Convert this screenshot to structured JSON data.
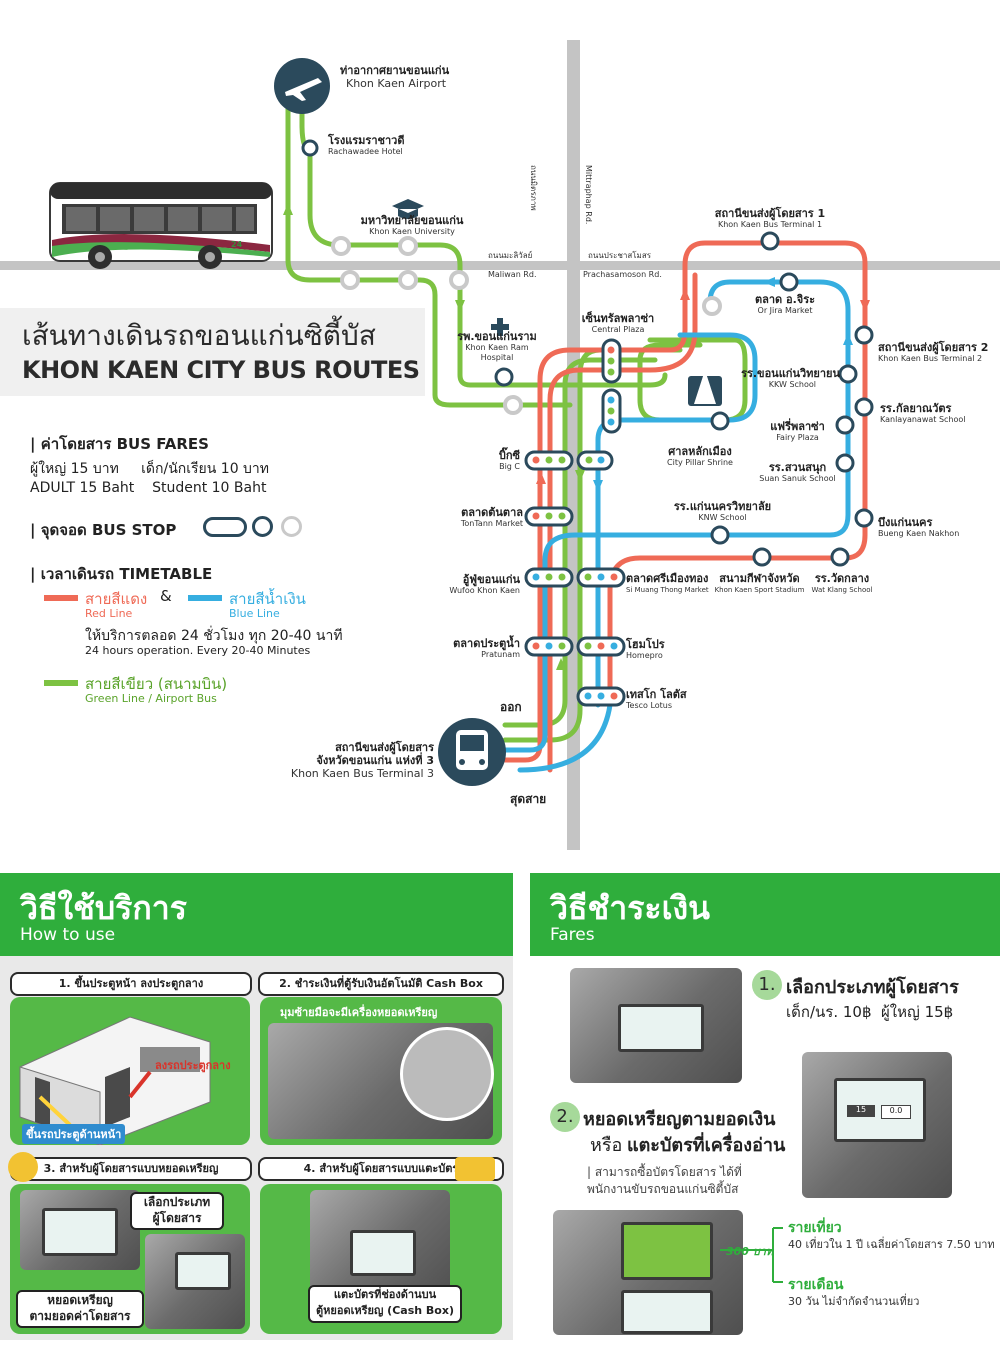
{
  "title": {
    "th": "เส้นทางเดินรถขอนแก่นซิตี้บัส",
    "en": "KHON KAEN CITY BUS ROUTES"
  },
  "legend": {
    "fares_heading": "| ค่าโดยสาร BUS FARES",
    "fares_th": "ผู้ใหญ่ 15 บาท     เด็ก/นักเรียน 10 บาท",
    "fares_en": "ADULT 15 Baht    Student 10 Baht",
    "busstop_heading": "| จุดจอด BUS STOP",
    "timetable_heading": "| เวลาเดินรถ TIMETABLE",
    "red_th": "สายสีแดง",
    "and": "&",
    "blue_th": "สายสีน้ำเงิน",
    "red_en": "Red Line",
    "blue_en": "Blue Line",
    "hours_th": "ให้บริการตลอด 24 ชั่วโมง ทุก 20-40 นาที",
    "hours_en": "24 hours operation. Every 20-40 Minutes",
    "green_th": "สายสีเขียว (สนามบิน)",
    "green_en": "Green Line / Airport Bus"
  },
  "colors": {
    "red": "#ef6a56",
    "blue": "#36aee0",
    "green": "#7dc242",
    "navy": "#2b4a5c",
    "road": "#bdbdbd",
    "brand_green": "#2fae3c"
  },
  "roads": {
    "mittraphap_th": "ถนนมิตรภาพ",
    "mittraphap_en": "Mittraphap Rd.",
    "maliwan_th": "ถนนมะลิวัลย์",
    "maliwan_en": "Maliwan Rd.",
    "prachasamoson_th": "ถนนประชาสโมสร",
    "prachasamoson_en": "Prachasamoson Rd."
  },
  "stops": {
    "airport": {
      "th": "ท่าอากาศยานขอนแก่น",
      "en": "Khon Kaen Airport"
    },
    "rachawadee": {
      "th": "โรงแรมราชาวดี",
      "en": "Rachawadee Hotel"
    },
    "kku": {
      "th": "มหาวิทยาลัยขอนแก่น",
      "en": "Khon Kaen University"
    },
    "ram": {
      "th": "รพ.ขอนแก่นราม",
      "en": "Khon Kaen Ram Hospital"
    },
    "central": {
      "th": "เซ็นทรัลพลาซ่า",
      "en": "Central Plaza"
    },
    "terminal1": {
      "th": "สถานีขนส่งผู้โดยสาร 1",
      "en": "Khon Kaen Bus Terminal 1"
    },
    "orjira": {
      "th": "ตลาด อ.จิระ",
      "en": "Or Jira Market"
    },
    "terminal2": {
      "th": "สถานีขนส่งผู้โดยสาร 2",
      "en": "Khon Kaen Bus Terminal 2"
    },
    "kkw": {
      "th": "รร.ขอนแก่นวิทยายน",
      "en": "KKW School"
    },
    "kanlaya": {
      "th": "รร.กัลยาณวัตร",
      "en": "Kanlayanawat School"
    },
    "fairy": {
      "th": "แฟรี่พลาซ่า",
      "en": "Fairy Plaza"
    },
    "shrine": {
      "th": "ศาลหลักเมือง",
      "en": "City Pillar Shrine"
    },
    "suansanuk": {
      "th": "รร.สวนสนุก",
      "en": "Suan Sanuk School"
    },
    "bigc": {
      "th": "บิ๊กซี",
      "en": "Big C"
    },
    "tontann": {
      "th": "ตลาดต้นตาล",
      "en": "TonTann Market"
    },
    "knw": {
      "th": "รร.แก่นนครวิทยาลัย",
      "en": "KNW School"
    },
    "buengkaen": {
      "th": "บึงแก่นนคร",
      "en": "Bueng Kaen Nakhon"
    },
    "wufoo": {
      "th": "อู้ฟู่ขอนแก่น",
      "en": "Wufoo Khon Kaen"
    },
    "simuang": {
      "th": "ตลาดศรีเมืองทอง",
      "en": "Si Muang Thong Market"
    },
    "stadium": {
      "th": "สนามกีฬาจังหวัด",
      "en": "Khon Kaen Sport Stadium"
    },
    "watklang": {
      "th": "รร.วัดกลาง",
      "en": "Wat Klang School"
    },
    "pratunam": {
      "th": "ตลาดประตูน้ำ",
      "en": "Pratunam"
    },
    "homepro": {
      "th": "โฮมโปร",
      "en": "Homepro"
    },
    "tesco": {
      "th": "เทสโก โลตัส",
      "en": "Tesco Lotus"
    },
    "terminal3": {
      "th1": "สถานีขนส่งผู้โดยสาร",
      "th2": "จังหวัดขอนแก่น แห่งที่ 3",
      "en": "Khon Kaen Bus Terminal 3"
    },
    "out": "ออก",
    "end": "สุดสาย"
  },
  "bus": {
    "number": "24"
  },
  "how_to_use": {
    "title_th": "วิธีใช้บริการ",
    "title_en": "How to use",
    "step1": "1. ขึ้นประตูหน้า ลงประตูกลาง",
    "step1_exit": "ลงรถประตูกลาง",
    "step1_enter": "ขึ้นรถประตูด้านหน้า",
    "step2": "2. ชำระเงินที่ตู้รับเงินอัตโนมัติ Cash Box",
    "step2_caption": "มุมซ้ายมือจะมีเครื่องหยอดเหรียญ",
    "step3": "3. สำหรับผู้โดยสารแบบหยอดเหรียญ",
    "step3_select_1": "เลือกประเภท",
    "step3_select_2": "ผู้โดยสาร",
    "step3_coin_1": "หยอดเหรียญ",
    "step3_coin_2": "ตามยอดค่าโดยสาร",
    "step4": "4. สำหรับผู้โดยสารแบบแตะบัตร",
    "step4_caption_1": "แตะบัตรที่ช่องด้านบน",
    "step4_caption_2": "ตู้หยอดเหรียญ (Cash Box)"
  },
  "fares_panel": {
    "title_th": "วิธีชำระเงิน",
    "title_en": "Fares",
    "step1_num": "1.",
    "step1_title": "เลือกประเภทผู้โดยสาร",
    "step1_detail": "เด็ก/นร. 10฿  ผู้ใหญ่ 15฿",
    "step2_num": "2.",
    "step2_title_1": "หยอดเหรียญตามยอดเงิน",
    "step2_or": "หรือ",
    "step2_title_2": "แตะบัตรที่เครื่องอ่าน",
    "note_1": "| สามารถซื้อบัตรโดยสาร ได้ที่",
    "note_2": "พนักงานขับรถขอนแก่นซิตี้บัส",
    "card_price": "300 บาท",
    "per_trip_title": "รายเที่ยว",
    "per_trip_detail": "40 เที่ยวใน 1 ปี เฉลี่ยค่าโดยสาร 7.50 บาท",
    "monthly_title": "รายเดือน",
    "monthly_detail": "30 วัน ไม่จำกัดจำนวนเที่ยว",
    "screen_value_1": "15",
    "screen_value_2": "0.0"
  }
}
